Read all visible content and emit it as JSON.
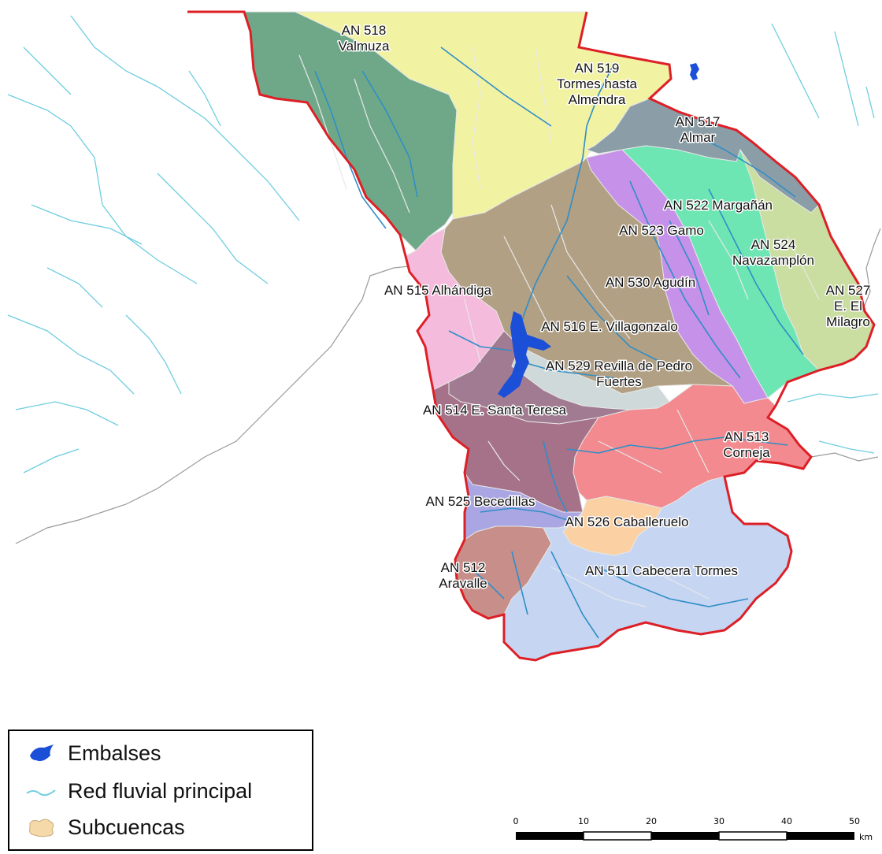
{
  "map": {
    "colors": {
      "boundary": "#dd1f26",
      "river": "#6fcde0",
      "reservoir": "#1b4fd8",
      "admin_line": "#9a9a9a",
      "subbasin_line": "#e6e6e6"
    },
    "subbasins": [
      {
        "id": "518",
        "label": [
          "AN 518",
          "Valmuza"
        ],
        "color": "#6fa889"
      },
      {
        "id": "519",
        "label": [
          "AN 519",
          "Tormes hasta",
          "Almendra"
        ],
        "color": "#f2f2a3"
      },
      {
        "id": "517",
        "label": [
          "AN 517",
          "Almar"
        ],
        "color": "#8b9ea7"
      },
      {
        "id": "522",
        "label": [
          "AN 522 Margañán"
        ],
        "color": "#c691e8"
      },
      {
        "id": "523",
        "label": [
          "AN 523 Gamo"
        ],
        "color": "#b98cf0"
      },
      {
        "id": "524",
        "label": [
          "AN 524",
          "Navazamplón"
        ],
        "color": "#6ee6b4"
      },
      {
        "id": "527",
        "label": [
          "AN 527",
          "E. El",
          "Milagro"
        ],
        "color": "#c9dea0"
      },
      {
        "id": "530",
        "label": [
          "AN 530 Agudín"
        ],
        "color": "#b2a085"
      },
      {
        "id": "515",
        "label": [
          "AN 515 Alhándiga"
        ],
        "color": "#f4bbdc"
      },
      {
        "id": "516",
        "label": [
          "AN 516 E. Villagonzalo"
        ],
        "color": "#a17b91"
      },
      {
        "id": "529",
        "label": [
          "AN 529 Revilla de Pedro",
          "Fuertes"
        ],
        "color": "#cfd9d9"
      },
      {
        "id": "514",
        "label": [
          "AN 514 E. Santa Teresa"
        ],
        "color": "#a5728a"
      },
      {
        "id": "513",
        "label": [
          "AN 513",
          "Corneja"
        ],
        "color": "#f28a8f"
      },
      {
        "id": "525",
        "label": [
          "AN 525 Becedillas"
        ],
        "color": "#a9a6e3"
      },
      {
        "id": "526",
        "label": [
          "AN 526 Caballeruelo"
        ],
        "color": "#fbd0a3"
      },
      {
        "id": "512",
        "label": [
          "AN 512",
          "Aravalle"
        ],
        "color": "#c88f8a"
      },
      {
        "id": "511",
        "label": [
          "AN 511 Cabecera Tormes"
        ],
        "color": "#c6d6f2"
      }
    ]
  },
  "legend": {
    "items": [
      {
        "icon": "reservoir-icon",
        "label": "Embalses",
        "color": "#1b4fd8"
      },
      {
        "icon": "river-icon",
        "label": "Red fluvial principal",
        "color": "#6fcde0"
      },
      {
        "icon": "subbasin-icon",
        "label": "Subcuencas",
        "color": "#f6d9a8"
      }
    ]
  },
  "scalebar": {
    "ticks": [
      "0",
      "10",
      "20",
      "30",
      "40",
      "50"
    ],
    "unit": "km"
  }
}
